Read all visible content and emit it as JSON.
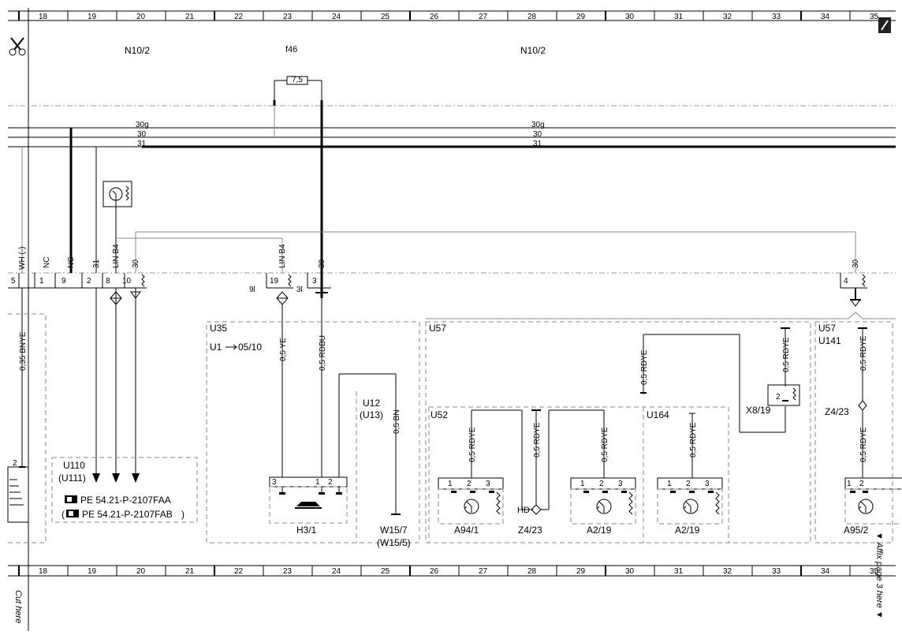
{
  "ruler": {
    "columns": [
      "18",
      "19",
      "20",
      "21",
      "22",
      "23",
      "24",
      "25",
      "26",
      "27",
      "28",
      "29",
      "30",
      "31",
      "32",
      "33",
      "34",
      "35"
    ]
  },
  "labels": {
    "n10_left": "N10/2",
    "f46": "f46",
    "n10_right": "N10/2",
    "fuse_value": "7,5",
    "bus_30g_l": "30g",
    "bus_30_l": "30",
    "bus_31_l": "31",
    "bus_30g_r": "30g",
    "bus_30_r": "30",
    "bus_31_r": "31",
    "pin_wh": "WH (-)",
    "pin_nc1": "NC",
    "pin_nc2": "NC",
    "pin_31": "31",
    "pin_linb4_l": "LIN B4",
    "pin_30_l": "30",
    "pin_linb4_m": "LIN B4",
    "pin_30_m": "30",
    "pin_30_r": "30",
    "conn_5": "5",
    "conn_1": "1",
    "conn_9": "9",
    "conn_2": "2",
    "conn_8": "8",
    "conn_10": "10",
    "conn_19": "19",
    "conn_3": "3",
    "conn_4": "4",
    "conn_9l": "9l",
    "conn_3l": "3l",
    "wire_bnye": "0,35 BNYE",
    "wire_ye": "0,5 YE",
    "wire_rdbu": "0,5 RDBU",
    "wire_bn": "0,5 BN",
    "wire_rdye_top": "0,5 RDYE",
    "wire_rdye_x8": "0,5 RDYE",
    "wire_rdye_u141": "0,5 RDYE",
    "wire_rdye_a94": "0,5 RDYE",
    "wire_rdye_z4": "0,5 RDYE",
    "wire_rdye_a2a": "0,5 RDYE",
    "wire_rdye_a2b": "0,5 RDYE",
    "wire_rdye_a95": "0,5 RDYE",
    "u35": "U35",
    "u1_ref": "U1",
    "u1_page": "05/10",
    "u12": "U12",
    "u13": "(U13)",
    "u57_a": "U57",
    "u57_b": "U57",
    "u141": "U141",
    "u52": "U52",
    "u164": "U164",
    "x8_19": "X8/19",
    "z4_23_a": "Z4/23",
    "z4_23_b": "Z4/23",
    "hd": "HD",
    "u110": "U110",
    "u111": "(U111)",
    "ref1": "PE 54.21-P-2107FAA",
    "ref2": "PE 54.21-P-2107FAB",
    "ref2_open": "(",
    "ref2_close": ")",
    "h3_1": "H3/1",
    "w15_7": "W15/7",
    "w15_5": "(W15/5)",
    "a94_1": "A94/1",
    "a2_19a": "A2/19",
    "a2_19b": "A2/19",
    "a95_2": "A95/2",
    "pin1": "1",
    "pin2": "2",
    "pin3": "3",
    "left_pin2": "2",
    "cut_here": "Cut here",
    "affix": "▼ Affix page 3 here ▼"
  }
}
